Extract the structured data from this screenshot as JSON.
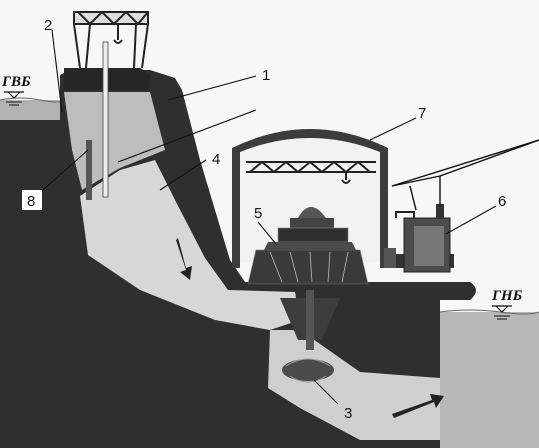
{
  "levels": {
    "upstream": "ГВБ",
    "downstream": "ГНБ"
  },
  "labels": {
    "n1": "1",
    "n2": "2",
    "n3": "3",
    "n4": "4",
    "n5": "5",
    "n6": "6",
    "n7": "7",
    "n8": "8"
  },
  "colors": {
    "water": "#b9b9b9",
    "dam": "#2e2e2e",
    "flow": "#d6d6d6",
    "hall": "#f2f2f2",
    "steel": "#3a3a3a",
    "bg": "#ffffff"
  }
}
